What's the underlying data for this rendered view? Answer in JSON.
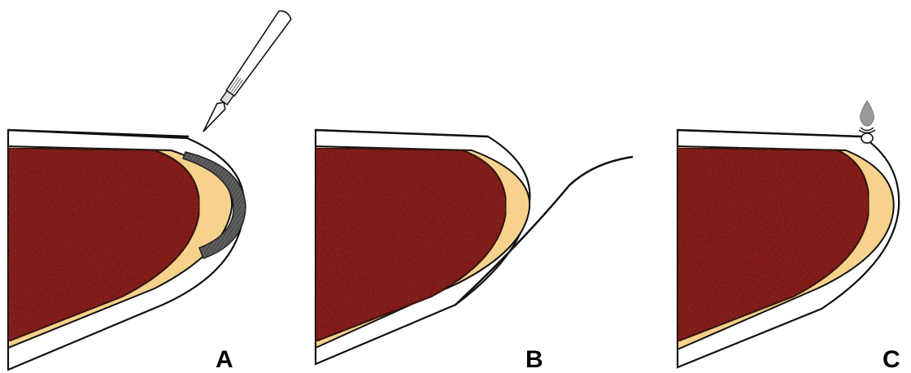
{
  "figure": {
    "panels": [
      {
        "id": "A",
        "label": "A",
        "instrument": "scalpel-icon",
        "element": "shaded-excision-zone"
      },
      {
        "id": "B",
        "label": "B",
        "instrument": "",
        "element": "raised-flap"
      },
      {
        "id": "C",
        "label": "C",
        "instrument": "drop-icon",
        "element": "suture-knot-icon"
      }
    ],
    "colors": {
      "muscle": "#7a1712",
      "muscle_texture": "#5a0e0b",
      "fat": "#f6d28c",
      "excised_tissue": "#5f5f5f",
      "skin": "#ffffff",
      "outline": "#111111",
      "drop": "#9a9a9a"
    }
  }
}
